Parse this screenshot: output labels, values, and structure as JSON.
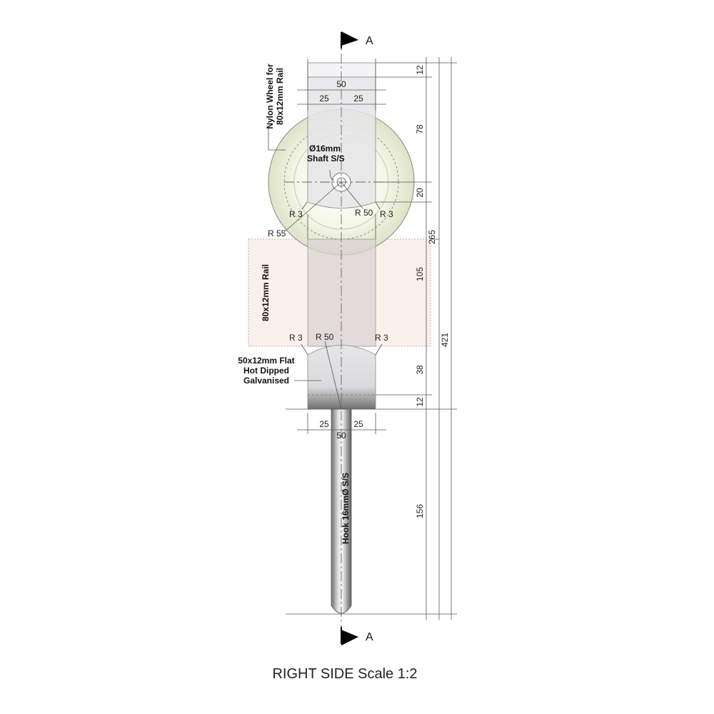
{
  "section_marker": {
    "label": "A"
  },
  "title": "RIGHT SIDE Scale 1:2",
  "labels": {
    "nylon_wheel": [
      "Nylon Wheel for",
      "80x12mm Rail"
    ],
    "shaft": [
      "Ø16mm",
      "Shaft S/S"
    ],
    "rail": "80x12mm Rail",
    "flat": [
      "50x12mm Flat",
      "Hot Dipped",
      "Galvanised"
    ],
    "hook": "Hook 16mmØ S/S"
  },
  "dimensions": {
    "top_width": "50",
    "top_half_left": "25",
    "top_half_right": "25",
    "bottom_width": "50",
    "bottom_half_left": "25",
    "bottom_half_right": "25",
    "v_12_top": "12",
    "v_78": "78",
    "v_20": "20",
    "v_105": "105",
    "v_38": "38",
    "v_12_bottom": "12",
    "v_156": "156",
    "v_265": "265",
    "v_421": "421",
    "r_shaft": "R 50",
    "r_shaft_left": "R 3",
    "r_shaft_right": "R 3",
    "r_wheel": "R 55",
    "r_bottom": "R 50",
    "r_bottom_left": "R 3",
    "r_bottom_right": "R 3"
  }
}
